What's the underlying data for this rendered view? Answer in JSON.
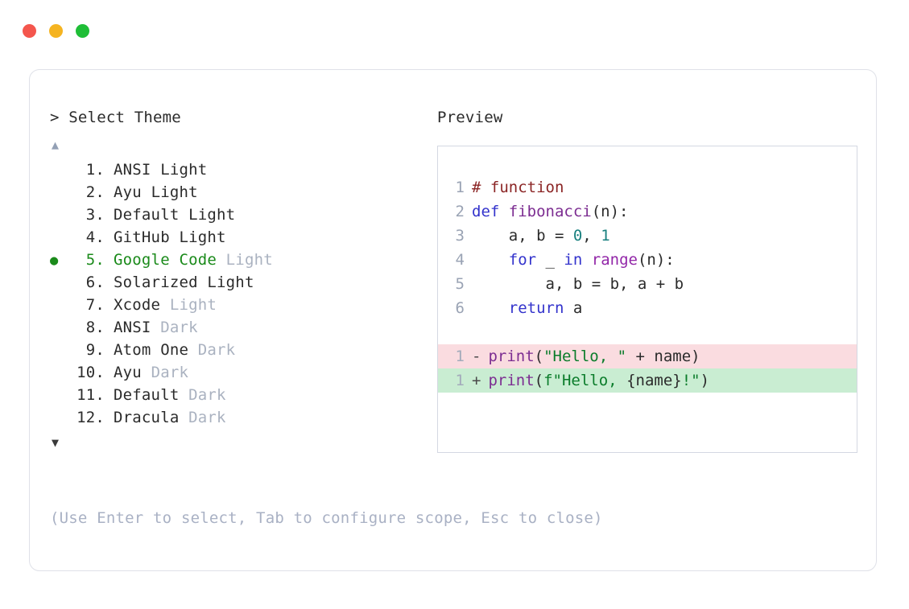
{
  "window": {
    "dots": [
      {
        "name": "close",
        "color": "#f4564d"
      },
      {
        "name": "minimize",
        "color": "#f5b421"
      },
      {
        "name": "maximize",
        "color": "#1fbe37"
      }
    ]
  },
  "prompt": {
    "caret": ">",
    "title": "Select Theme"
  },
  "scroll": {
    "up_glyph": "▲",
    "down_glyph": "▼"
  },
  "selection": {
    "bullet_glyph": "●",
    "selected_index": 5,
    "accent_color": "#1a8a1a"
  },
  "themes": [
    {
      "index": "1.",
      "name": "ANSI",
      "variant": "Light",
      "variant_dim": false,
      "selected": false
    },
    {
      "index": "2.",
      "name": "Ayu",
      "variant": "Light",
      "variant_dim": false,
      "selected": false
    },
    {
      "index": "3.",
      "name": "Default",
      "variant": "Light",
      "variant_dim": false,
      "selected": false
    },
    {
      "index": "4.",
      "name": "GitHub",
      "variant": "Light",
      "variant_dim": false,
      "selected": false
    },
    {
      "index": "5.",
      "name": "Google Code",
      "variant": "Light",
      "variant_dim": true,
      "selected": true
    },
    {
      "index": "6.",
      "name": "Solarized",
      "variant": "Light",
      "variant_dim": false,
      "selected": false
    },
    {
      "index": "7.",
      "name": "Xcode",
      "variant": "Light",
      "variant_dim": true,
      "selected": false
    },
    {
      "index": "8.",
      "name": "ANSI",
      "variant": "Dark",
      "variant_dim": true,
      "selected": false
    },
    {
      "index": "9.",
      "name": "Atom One",
      "variant": "Dark",
      "variant_dim": true,
      "selected": false
    },
    {
      "index": "10.",
      "name": "Ayu",
      "variant": "Dark",
      "variant_dim": true,
      "selected": false
    },
    {
      "index": "11.",
      "name": "Default",
      "variant": "Dark",
      "variant_dim": true,
      "selected": false
    },
    {
      "index": "12.",
      "name": "Dracula",
      "variant": "Dark",
      "variant_dim": true,
      "selected": false
    }
  ],
  "footer": {
    "hint": "(Use Enter to select, Tab to configure scope, Esc to close)"
  },
  "preview": {
    "label": "Preview",
    "code_lines": [
      {
        "num": "1",
        "tokens": [
          {
            "t": "# function",
            "c": "tok-comment"
          }
        ]
      },
      {
        "num": "2",
        "tokens": [
          {
            "t": "def ",
            "c": "tok-kw"
          },
          {
            "t": "fibonacci",
            "c": "tok-fn"
          },
          {
            "t": "(n):",
            "c": "tok-plain"
          }
        ]
      },
      {
        "num": "3",
        "tokens": [
          {
            "t": "    a, b = ",
            "c": "tok-plain"
          },
          {
            "t": "0",
            "c": "tok-num"
          },
          {
            "t": ", ",
            "c": "tok-plain"
          },
          {
            "t": "1",
            "c": "tok-num"
          }
        ]
      },
      {
        "num": "4",
        "tokens": [
          {
            "t": "    ",
            "c": "tok-plain"
          },
          {
            "t": "for",
            "c": "tok-kw"
          },
          {
            "t": " _ ",
            "c": "tok-plain"
          },
          {
            "t": "in",
            "c": "tok-kw"
          },
          {
            "t": " ",
            "c": "tok-plain"
          },
          {
            "t": "range",
            "c": "tok-builtin"
          },
          {
            "t": "(n):",
            "c": "tok-plain"
          }
        ]
      },
      {
        "num": "5",
        "tokens": [
          {
            "t": "        a, b = b, a + b",
            "c": "tok-plain"
          }
        ]
      },
      {
        "num": "6",
        "tokens": [
          {
            "t": "    ",
            "c": "tok-plain"
          },
          {
            "t": "return",
            "c": "tok-kw"
          },
          {
            "t": " a",
            "c": "tok-plain"
          }
        ]
      }
    ],
    "diff_lines": [
      {
        "kind": "removed",
        "num": "1",
        "sign": "-",
        "bg": "#fadce0",
        "tokens": [
          {
            "t": "print",
            "c": "tok-fn"
          },
          {
            "t": "(",
            "c": "tok-plain"
          },
          {
            "t": "\"Hello, \"",
            "c": "tok-str"
          },
          {
            "t": " + name)",
            "c": "tok-plain"
          }
        ]
      },
      {
        "kind": "added",
        "num": "1",
        "sign": "+",
        "bg": "#c9edd2",
        "tokens": [
          {
            "t": "print",
            "c": "tok-fn"
          },
          {
            "t": "(",
            "c": "tok-plain"
          },
          {
            "t": "f\"Hello, ",
            "c": "tok-str"
          },
          {
            "t": "{name}",
            "c": "tok-plain"
          },
          {
            "t": "!\"",
            "c": "tok-str"
          },
          {
            "t": ")",
            "c": "tok-plain"
          }
        ]
      }
    ]
  }
}
